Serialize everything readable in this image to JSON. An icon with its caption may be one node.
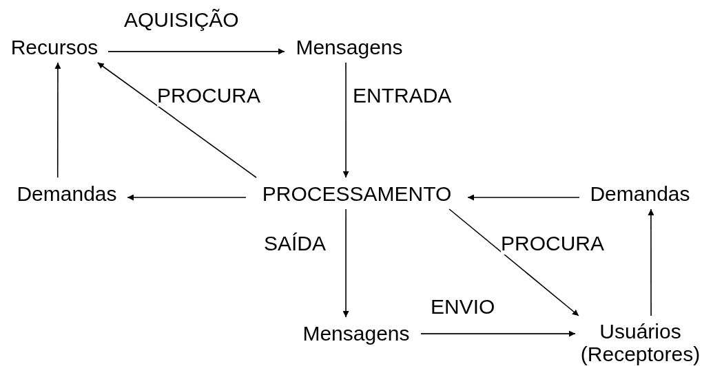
{
  "diagram": {
    "nodes": [
      {
        "text": [
          "Recursos"
        ]
      },
      {
        "text": [
          "Mensagens"
        ]
      },
      {
        "text": [
          "Demandas"
        ]
      },
      {
        "text": [
          "PROCESSAMENTO"
        ]
      },
      {
        "text": [
          "Demandas"
        ]
      },
      {
        "text": [
          "Mensagens"
        ]
      },
      {
        "text": [
          "Usuários (Receptores)"
        ]
      }
    ],
    "edges": [
      {
        "from": 0,
        "to": 1,
        "arrow": "to",
        "label": "AQUISIÇÃO"
      },
      {
        "from": 1,
        "to": 3,
        "arrow": "to",
        "label": "ENTRADA"
      },
      {
        "from": 3,
        "to": 0,
        "arrow": "to",
        "label": "PROCURA"
      },
      {
        "from": 2,
        "to": 0,
        "arrow": "to"
      },
      {
        "from": 3,
        "to": 2,
        "arrow": "to"
      },
      {
        "from": 4,
        "to": 3,
        "arrow": "to"
      },
      {
        "from": 3,
        "to": 5,
        "arrow": "to",
        "label": "SAÍDA"
      },
      {
        "from": 3,
        "to": 6,
        "arrow": "to",
        "label": "PROCURA"
      },
      {
        "from": 5,
        "to": 6,
        "arrow": "to",
        "label": "ENVIO"
      },
      {
        "from": 6,
        "to": 4,
        "arrow": "to"
      }
    ]
  }
}
